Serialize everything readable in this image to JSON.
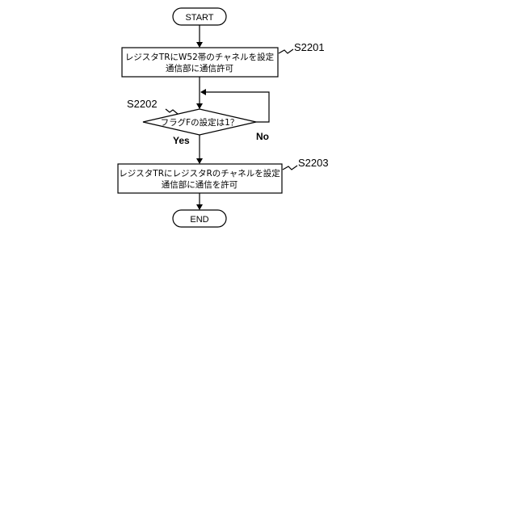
{
  "flowchart": {
    "start": {
      "label": "START"
    },
    "step1": {
      "id": "S2201",
      "line1": "レジスタTRにW52帯のチャネルを設定",
      "line2": "通信部に通信許可"
    },
    "decision": {
      "id": "S2202",
      "question": "フラグFの設定は1？",
      "yes_label": "Yes",
      "no_label": "No"
    },
    "step3": {
      "id": "S2203",
      "line1": "レジスタTRにレジスタRのチャネルを設定",
      "line2": "通信部に通信を許可"
    },
    "end": {
      "label": "END"
    }
  }
}
